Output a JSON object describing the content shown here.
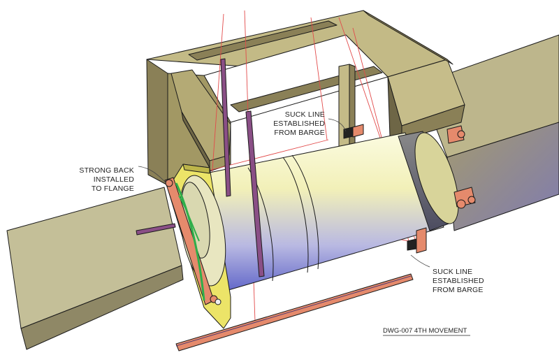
{
  "labels": {
    "strong_back": [
      "STRONG BACK",
      "INSTALLED",
      "TO FLANGE"
    ],
    "suck_line_top": [
      "SUCK LINE",
      "ESTABLISHED",
      "FROM BARGE"
    ],
    "suck_line_bottom": [
      "SUCK LINE",
      "ESTABLISHED",
      "FROM BARGE"
    ],
    "drawing_id": "DWG-007 4TH MOVEMENT"
  },
  "colors": {
    "frame_top": "#c6bd8a",
    "frame_side": "#8a8057",
    "frame_dark": "#6e6646",
    "pipe_top": "#c4c098",
    "pipe_side": "#8f8866",
    "tube_light": "#f4f3c6",
    "tube_blue": "#6a6fd0",
    "rod_purple": "#8a4f86",
    "flange_yellow": "#ece468",
    "strap_orange": "#e58a6c",
    "rigging_red": "#e24a4a"
  }
}
